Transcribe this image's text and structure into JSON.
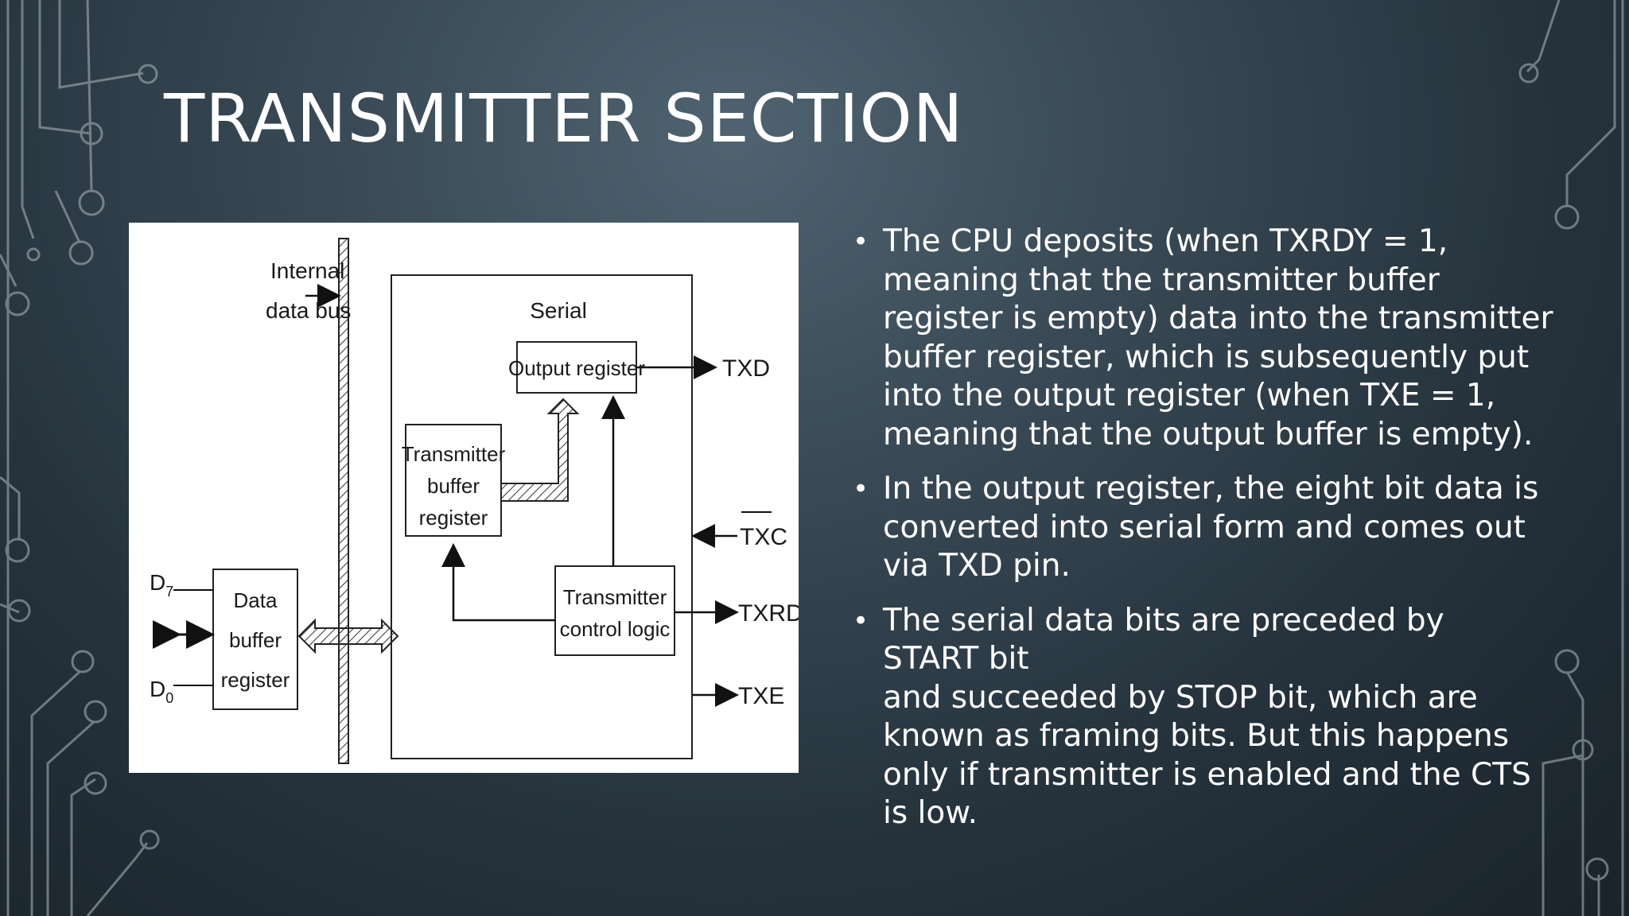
{
  "slide": {
    "title": "TRANSMITTER SECTION"
  },
  "diagram": {
    "labels": {
      "internal_data_bus_1": "Internal",
      "internal_data_bus_2": "data bus",
      "serial": "Serial",
      "output_register": "Output register",
      "txd": "TXD",
      "transmitter_buffer_1": "Transmitter",
      "transmitter_buffer_2": "buffer",
      "transmitter_buffer_3": "register",
      "txc": "TXC",
      "control_logic_1": "Transmitter",
      "control_logic_2": "control logic",
      "txrdy": "TXRDY",
      "txe": "TXE",
      "data_buffer_1": "Data",
      "data_buffer_2": "buffer",
      "data_buffer_3": "register",
      "d7": "D",
      "d7_sub": "7",
      "d0": "D",
      "d0_sub": "0"
    }
  },
  "bullets": [
    {
      "lines": [
        "The CPU deposits (when TXRDY = 1,",
        "meaning that the transmitter buffer",
        "register is empty) data into the transmitter",
        "buffer register, which is subsequently put",
        "into the output register (when TXE = 1,",
        "meaning that the output buffer is empty)."
      ]
    },
    {
      "lines": [
        "In the output register, the eight bit data is",
        "converted into serial form and comes out",
        "via TXD pin."
      ]
    },
    {
      "lines": [
        "The serial data bits are preceded by",
        "START bit",
        "and succeeded by STOP bit, which are",
        "known as framing bits. But this happens",
        "only if transmitter is enabled and the CTS",
        "is low."
      ]
    }
  ],
  "theme": {
    "text_color": "#ffffff",
    "circuit_color": "#b9c4cb"
  }
}
